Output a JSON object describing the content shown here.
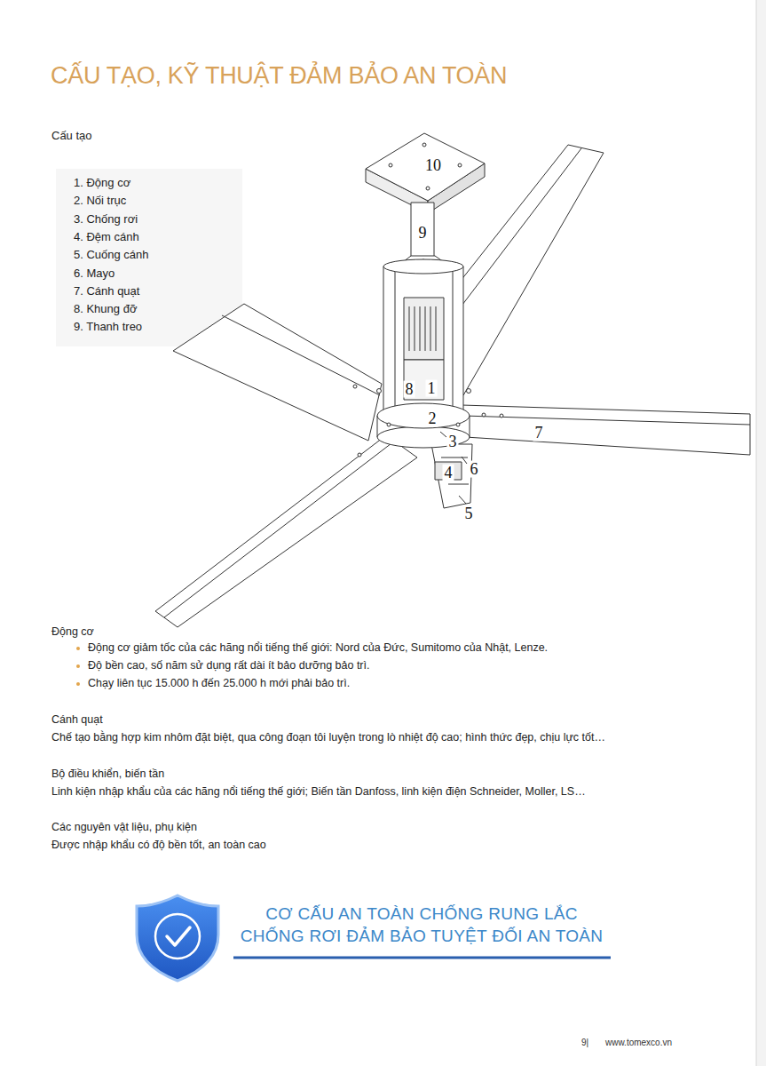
{
  "diagram": {
    "title": "CẤU TẠO, KỸ THUẬT ĐẢM BẢO AN TOÀN",
    "labels": [
      "Cấu tạo",
      "1. Động cơ",
      "2. Nối trục",
      "3. Chống rơi",
      "4. Đệm cánh",
      "5. Cuống cánh",
      "6. Mayo",
      "7. Cánh quạt",
      "8. Khung đỡ",
      "9. Thanh treo",
      "10",
      "9",
      "8",
      "1",
      "2",
      "3",
      "4",
      "6",
      "5",
      "7",
      "Động cơ",
      "Động cơ giảm tốc của các hãng nổi tiếng thế giới: Nord của Đức, Sumitomo của Nhật, Lenze.",
      "Độ bền cao, số năm sử dụng rất dài ít bảo dưỡng bảo trì.",
      "Chạy liên tục 15.000 h  đến 25.000 h mới phải bảo trì.",
      "Cánh quạt",
      "Chế tạo bằng hợp kim nhôm đặt biệt, qua công đoạn tôi luyện trong lò nhiệt độ cao; hình thức đẹp, chịu lực tốt…",
      "Bộ điều khiển, biến tần",
      "Linh kiện nhập khẩu của các hãng nổi tiếng thế giới; Biến tần Danfoss, linh kiện điện Schneider, Moller, LS…",
      "Các nguyên vật liệu, phụ kiện",
      "Được nhập khẩu có độ bền tốt, an toàn cao",
      "CƠ CẤU AN TOÀN CHỐNG RUNG LẮC",
      "CHỐNG RƠI ĐẢM BẢO TUYỆT ĐỐI AN TOÀN",
      "9|",
      "www.tomexco.vn"
    ]
  }
}
